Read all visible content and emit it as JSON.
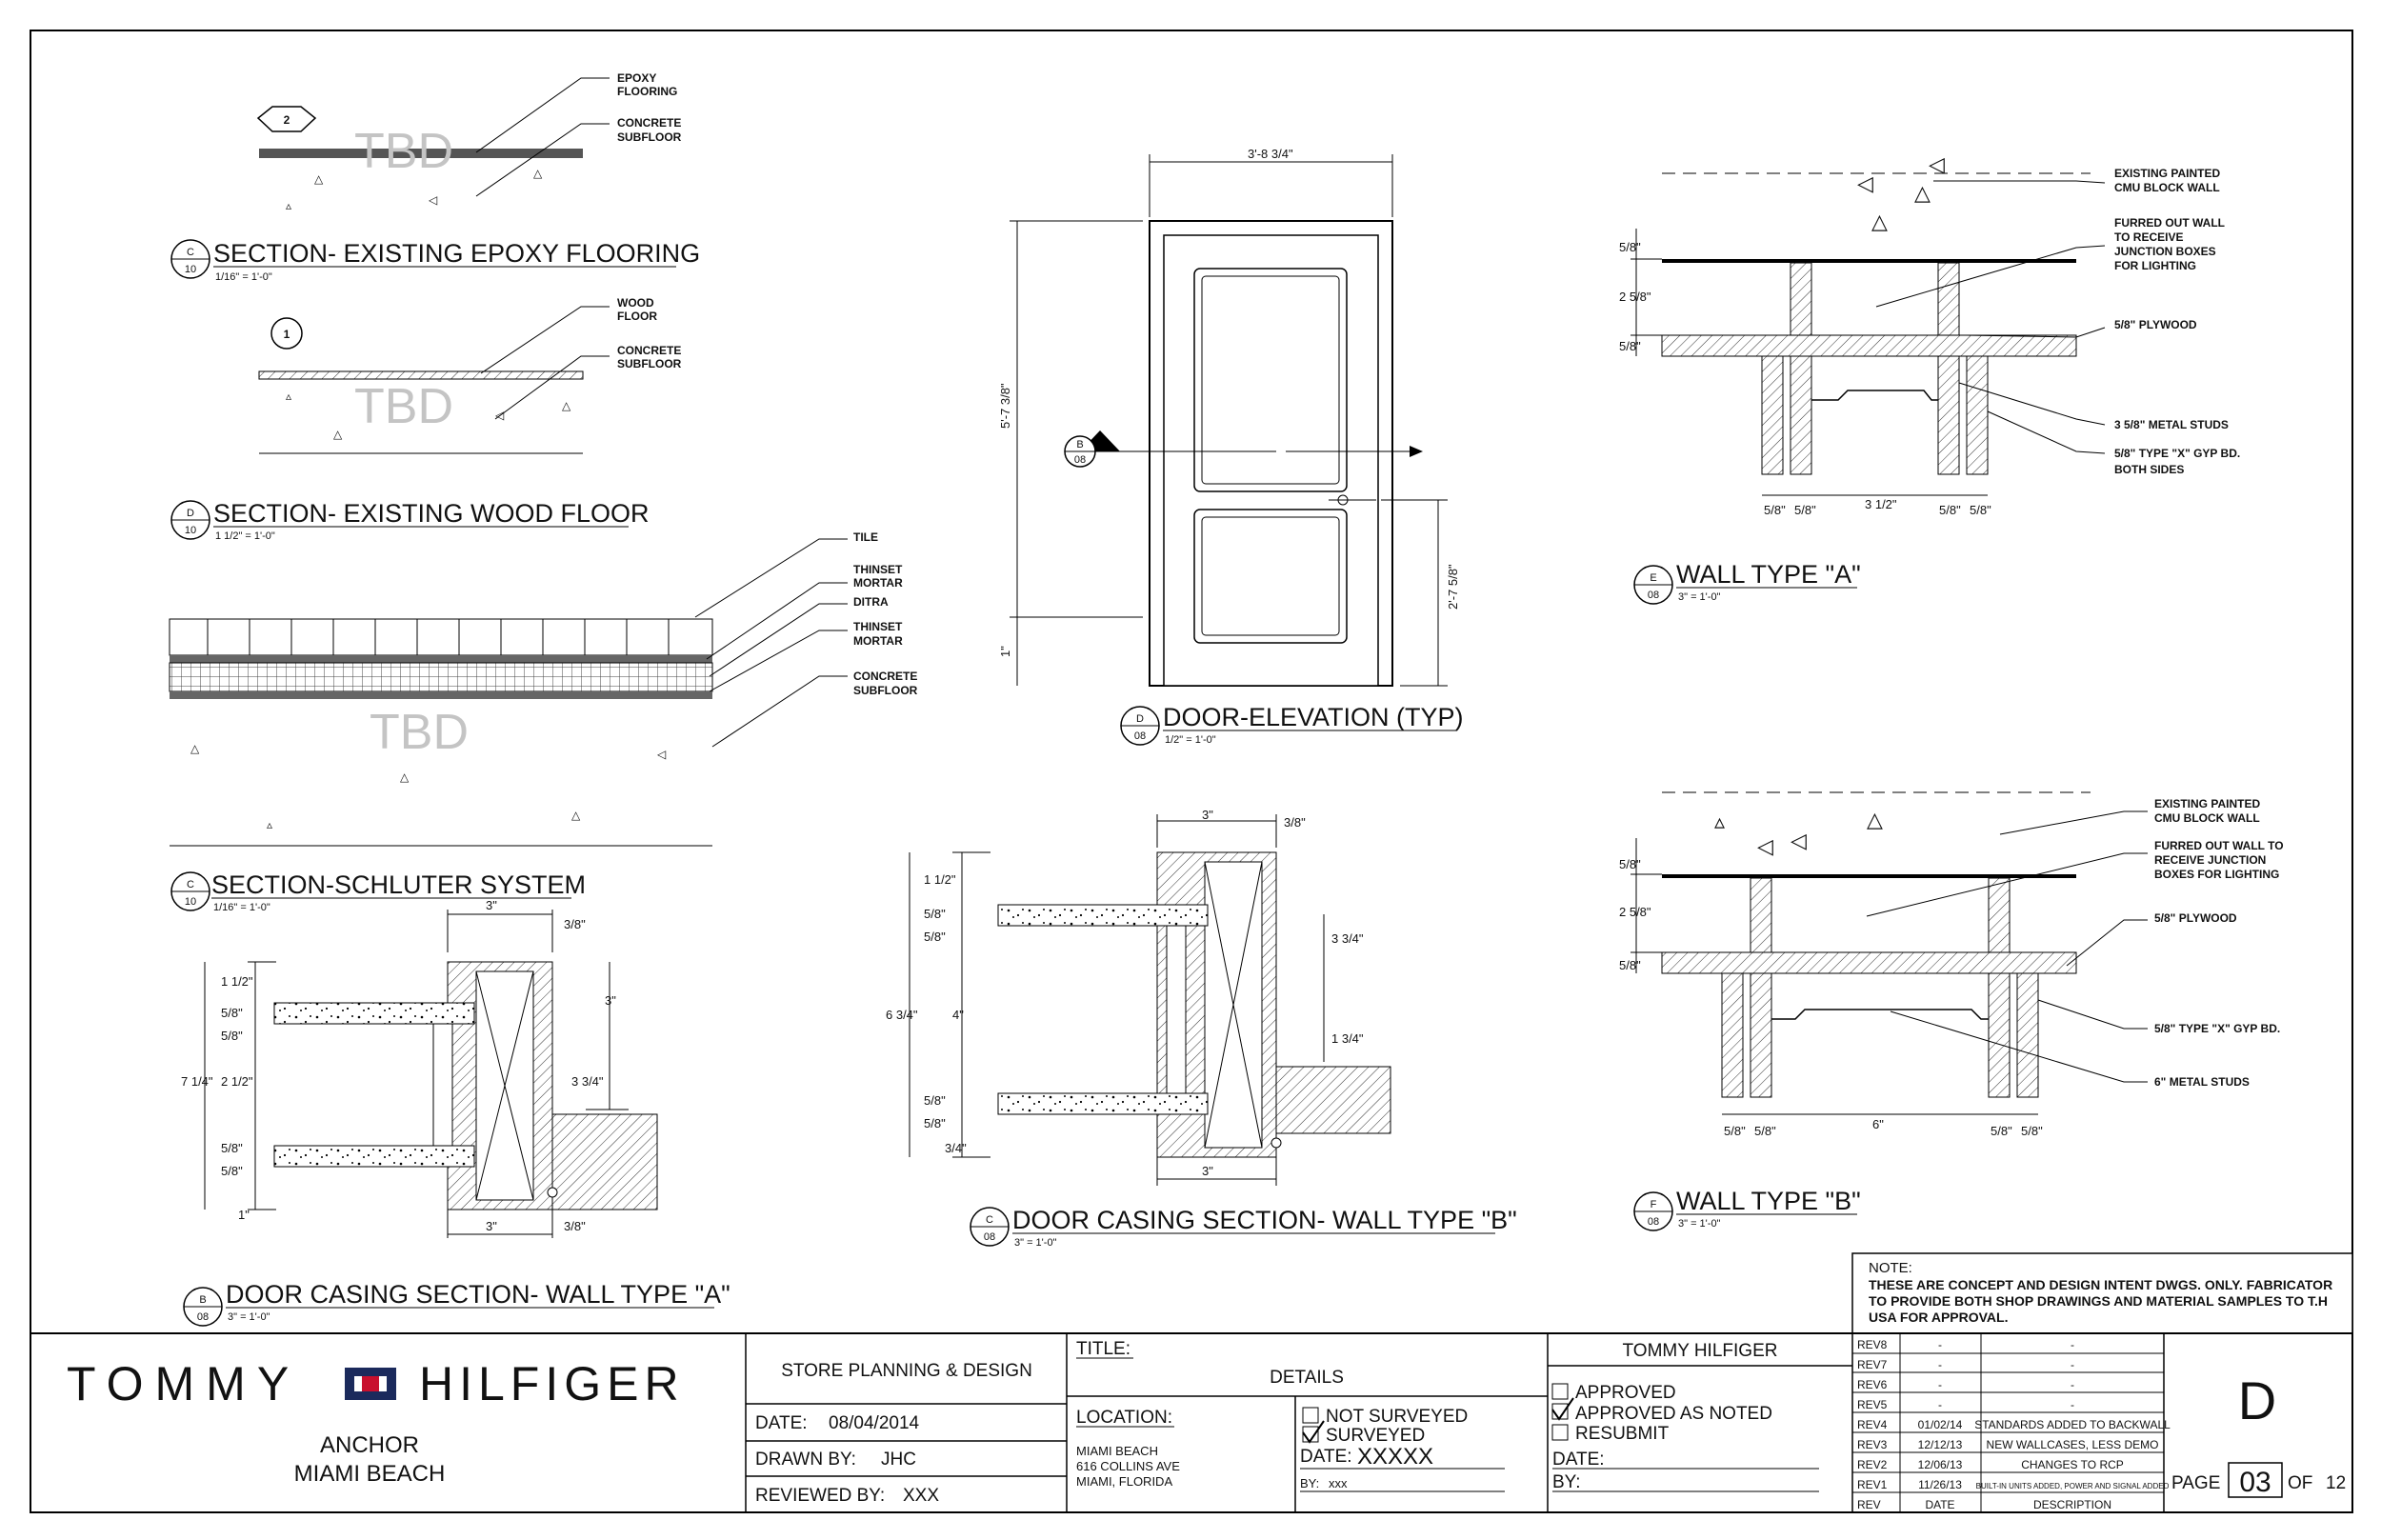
{
  "details": {
    "epoxy": {
      "tag": "2",
      "labels": [
        "EPOXY",
        "FLOORING",
        "CONCRETE",
        "SUBFLOOR"
      ],
      "tbd": "TBD",
      "bubble_top": "C",
      "bubble_bottom": "10",
      "title": "SECTION- EXISTING EPOXY FLOORING",
      "scale": "1/16\" = 1'-0\""
    },
    "wood": {
      "tag": "1",
      "labels": [
        "WOOD",
        "FLOOR",
        "CONCRETE",
        "SUBFLOOR"
      ],
      "tbd": "TBD",
      "bubble_top": "D",
      "bubble_bottom": "10",
      "title": "SECTION- EXISTING WOOD FLOOR",
      "scale": "1 1/2\" = 1'-0\""
    },
    "schluter": {
      "labels": [
        "TILE",
        "THINSET",
        "MORTAR",
        "DITRA",
        "THINSET",
        "MORTAR",
        "CONCRETE",
        "SUBFLOOR"
      ],
      "tbd": "TBD",
      "bubble_top": "C",
      "bubble_bottom": "10",
      "title": "SECTION-SCHLUTER SYSTEM",
      "scale": "1/16\" = 1'-0\""
    },
    "casing_a": {
      "bubble_top": "B",
      "bubble_bottom": "08",
      "title": "DOOR CASING SECTION- WALL TYPE \"A\"",
      "scale": "3\" = 1'-0\"",
      "dims": [
        "3\"",
        "3/8\"",
        "1 1/2\"",
        "5/8\"",
        "5/8\"",
        "3\"",
        "7 1/4\"",
        "2 1/2\"",
        "3 3/4\"",
        "5/8\"",
        "5/8\"",
        "1\"",
        "3\"",
        "3/8\""
      ]
    },
    "door": {
      "width": "3'-8 3/4\"",
      "height": "5'-7 3/8\"",
      "knob": "2'-7 5/8\"",
      "base": "1\"",
      "marker_top": "B",
      "marker_bottom": "08",
      "bubble_top": "D",
      "bubble_bottom": "08",
      "title": "DOOR-ELEVATION (TYP)",
      "scale": "1/2\" = 1'-0\""
    },
    "casing_b": {
      "bubble_top": "C",
      "bubble_bottom": "08",
      "title": "DOOR CASING SECTION- WALL TYPE \"B\"",
      "scale": "3\" = 1'-0\"",
      "dims": [
        "3\"",
        "3/8\"",
        "1 1/2\"",
        "5/8\"",
        "5/8\"",
        "6 3/4\"",
        "4\"",
        "3 3/4\"",
        "1 3/4\"",
        "5/8\"",
        "5/8\"",
        "3/4\"",
        "3\""
      ]
    },
    "wall_a": {
      "labels": [
        "EXISTING PAINTED",
        "CMU BLOCK WALL",
        "FURRED OUT WALL",
        "TO RECEIVE",
        "JUNCTION BOXES",
        "FOR LIGHTING",
        "5/8\" PLYWOOD",
        "3 5/8\" METAL STUDS",
        "5/8\" TYPE \"X\" GYP BD.",
        "BOTH SIDES"
      ],
      "dims": [
        "5/8\"",
        "2 5/8\"",
        "5/8\"",
        "5/8\"",
        "5/8\"",
        "3 1/2\"",
        "5/8\"",
        "5/8\""
      ],
      "bubble_top": "E",
      "bubble_bottom": "08",
      "title": "WALL TYPE \"A\"",
      "scale": "3\" = 1'-0\""
    },
    "wall_b": {
      "labels": [
        "EXISTING PAINTED",
        "CMU BLOCK WALL",
        "FURRED OUT WALL TO",
        "RECEIVE JUNCTION",
        "BOXES FOR LIGHTING",
        "5/8\" PLYWOOD",
        "5/8\" TYPE \"X\" GYP BD.",
        "6\" METAL STUDS"
      ],
      "dims": [
        "5/8\"",
        "2 5/8\"",
        "5/8\"",
        "5/8\"",
        "5/8\"",
        "6\"",
        "5/8\"",
        "5/8\""
      ],
      "bubble_top": "F",
      "bubble_bottom": "08",
      "title": "WALL TYPE \"B\"",
      "scale": "3\" = 1'-0\""
    }
  },
  "note": {
    "heading": "NOTE:",
    "lines": [
      "THESE ARE CONCEPT AND DESIGN  INTENT DWGS. ONLY. FABRICATOR",
      "TO PROVIDE BOTH SHOP DRAWINGS AND MATERIAL SAMPLES TO T.H",
      "USA FOR APPROVAL."
    ]
  },
  "title_block": {
    "brand_left": "TOMMY",
    "brand_right": "HILFIGER",
    "store": "ANCHOR",
    "city": "MIAMI BEACH",
    "department": "STORE PLANNING & DESIGN",
    "date_label": "DATE:",
    "date": "08/04/2014",
    "drawn_label": "DRAWN BY:",
    "drawn": "JHC",
    "reviewed_label": "REVIEWED BY:",
    "reviewed": "XXX",
    "title_label": "TITLE:",
    "title": "DETAILS",
    "location_label": "LOCATION:",
    "address": [
      "MIAMI BEACH",
      "616 COLLINS AVE",
      "MIAMI, FLORIDA"
    ],
    "survey": {
      "not_surveyed": "NOT SURVEYED",
      "surveyed": "SURVEYED",
      "date_label": "DATE:",
      "date": "XXXXX",
      "by_label": "BY:",
      "by": "xxx"
    },
    "approval": {
      "company": "TOMMY HILFIGER",
      "options": [
        "APPROVED",
        "APPROVED AS NOTED",
        "RESUBMIT"
      ],
      "checked_index": 1,
      "date_label": "DATE:",
      "by_label": "BY:"
    },
    "revisions": [
      {
        "rev": "REV8",
        "date": "-",
        "desc": "-"
      },
      {
        "rev": "REV7",
        "date": "-",
        "desc": "-"
      },
      {
        "rev": "REV6",
        "date": "-",
        "desc": "-"
      },
      {
        "rev": "REV5",
        "date": "-",
        "desc": "-"
      },
      {
        "rev": "REV4",
        "date": "01/02/14",
        "desc": "STANDARDS ADDED TO BACKWALL"
      },
      {
        "rev": "REV3",
        "date": "12/12/13",
        "desc": "NEW WALLCASES, LESS DEMO"
      },
      {
        "rev": "REV2",
        "date": "12/06/13",
        "desc": "CHANGES TO RCP"
      },
      {
        "rev": "REV1",
        "date": "11/26/13",
        "desc": "BUILT-IN UNITS ADDED, POWER AND SIGNAL ADDED"
      },
      {
        "rev": "REV",
        "date": "DATE",
        "desc": "DESCRIPTION"
      }
    ],
    "sheet_letter": "D",
    "page_label": "PAGE",
    "page": "03",
    "of_label": "OF",
    "total": "12"
  }
}
